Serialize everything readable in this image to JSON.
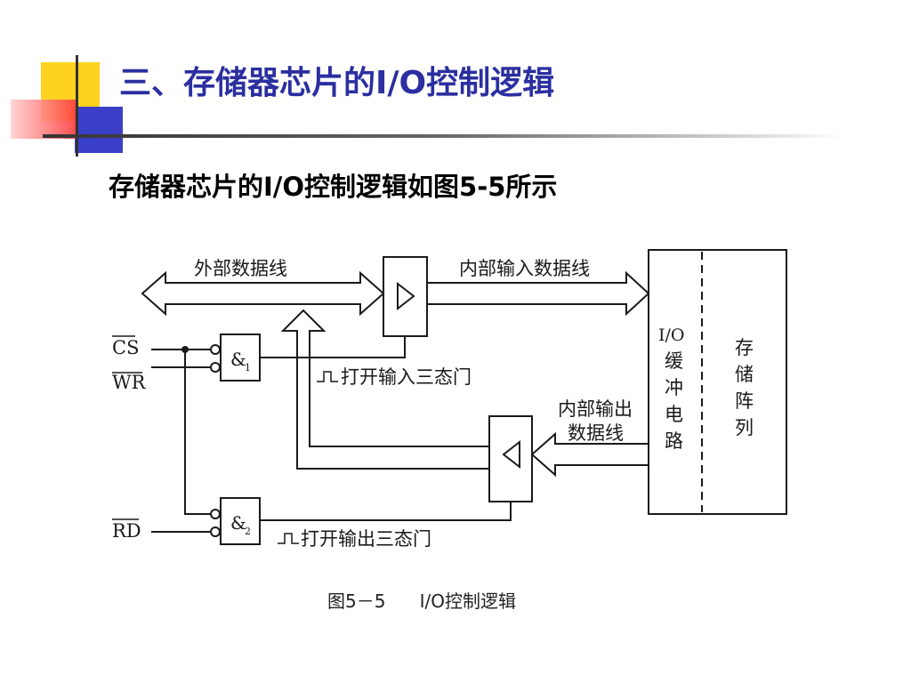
{
  "title": "三、存储器芯片的I/O控制逻辑",
  "subtitle": "存储器芯片的I/O控制逻辑如图5-5所示",
  "diagram": {
    "external_bus": "外部数据线",
    "internal_input_bus": "内部输入数据线",
    "internal_output_bus_line1": "内部输出",
    "internal_output_bus_line2": "数据线",
    "open_input_gate": "打开输入三态门",
    "open_output_gate": "打开输出三态门",
    "signal_cs": "CS",
    "signal_wr": "WR",
    "signal_rd": "RD",
    "gate1_symbol": "&",
    "gate1_subscript": "1",
    "gate2_symbol": "&",
    "gate2_subscript": "2",
    "io_buffer_label": [
      "I/O",
      "缓",
      "冲",
      "电",
      "路"
    ],
    "memory_array_label": [
      "存",
      "储",
      "阵",
      "列"
    ]
  },
  "caption": "图5－5      I/O控制逻辑",
  "colors": {
    "title": "#2b2fa0",
    "deco_yellow": "#ffd21f",
    "deco_blue": "#3b3fc8",
    "deco_red": "#ff3b3b"
  }
}
